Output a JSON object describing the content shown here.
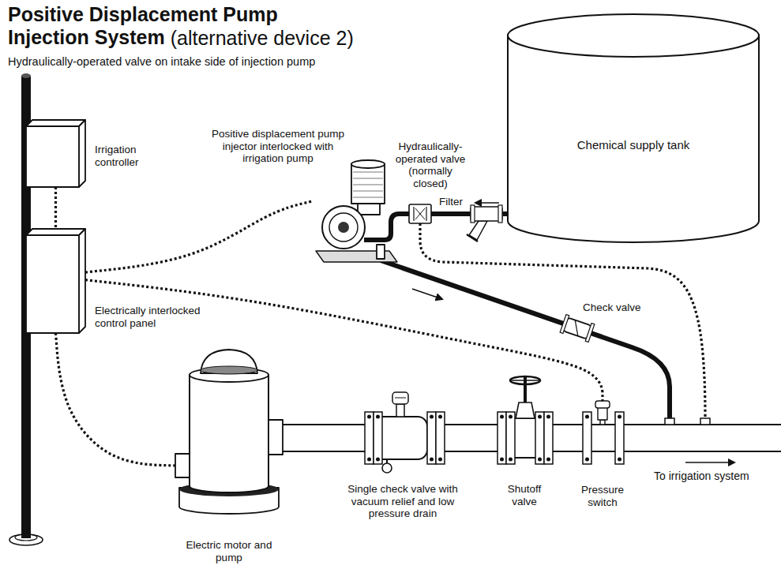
{
  "diagram": {
    "title": "Positive Displacement Pump Injection System",
    "nodes": [
      {
        "text": [
          "Irrigation controller"
        ]
      },
      {
        "text": [
          "Electrically interlocked control panel"
        ]
      },
      {
        "text": [
          "Chemical supply tank"
        ]
      },
      {
        "text": [
          "Positive displacement pump injector interlocked with irrigation pump"
        ]
      },
      {
        "text": [
          "Electric motor and pump"
        ]
      },
      {
        "text": [
          "Pressure switch"
        ]
      }
    ],
    "edges": [
      {
        "from": 0,
        "to": 1,
        "arrow": "none"
      },
      {
        "from": 1,
        "to": 3,
        "arrow": "none"
      },
      {
        "from": 1,
        "to": 4,
        "arrow": "none"
      },
      {
        "from": 1,
        "to": 5,
        "arrow": "none"
      },
      {
        "from": 2,
        "to": 3,
        "arrow": "none"
      }
    ],
    "labels": [
      "(alternative device 2)",
      "Hydraulically-operated valve on intake side of injection pump",
      "Hydraulically-operated valve (normally closed)",
      "Filter",
      "Check valve",
      "Single check valve with vacuum relief and low pressure drain",
      "Shutoff valve",
      "To irrigation system"
    ]
  }
}
